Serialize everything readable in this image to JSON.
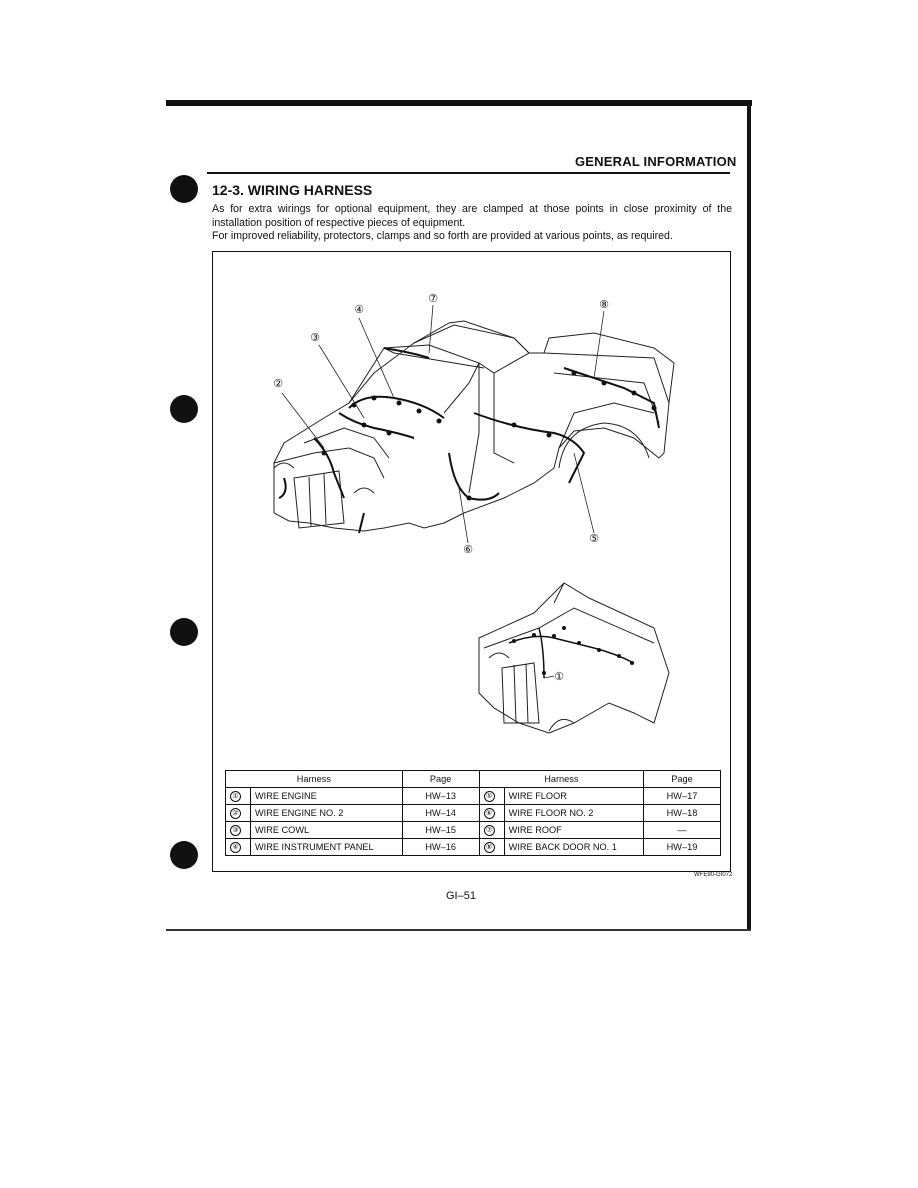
{
  "header": {
    "section_title": "GENERAL INFORMATION"
  },
  "section": {
    "heading": "12-3. WIRING HARNESS",
    "paragraph1": "As for extra wirings for optional equipment, they are clamped at those points in close proximity of the installation position of respective pieces of equipment.",
    "paragraph2": "For improved reliability, protectors, clamps and so forth are provided at various points, as required."
  },
  "figure": {
    "callouts": [
      "①",
      "②",
      "③",
      "④",
      "⑤",
      "⑥",
      "⑦",
      "⑧"
    ],
    "code": "WFE90-GI072"
  },
  "table": {
    "headers": [
      "Harness",
      "Page",
      "Harness",
      "Page"
    ],
    "rows": [
      {
        "left_num": "①",
        "left_name": "WIRE ENGINE",
        "left_page": "HW–13",
        "right_num": "⑤",
        "right_name": "WIRE FLOOR",
        "right_page": "HW–17"
      },
      {
        "left_num": "②",
        "left_name": "WIRE ENGINE NO. 2",
        "left_page": "HW–14",
        "right_num": "⑥",
        "right_name": "WIRE FLOOR NO. 2",
        "right_page": "HW–18"
      },
      {
        "left_num": "③",
        "left_name": "WIRE COWL",
        "left_page": "HW–15",
        "right_num": "⑦",
        "right_name": "WIRE ROOF",
        "right_page": "—"
      },
      {
        "left_num": "④",
        "left_name": "WIRE INSTRUMENT PANEL",
        "left_page": "HW–16",
        "right_num": "⑧",
        "right_name": "WIRE BACK DOOR NO. 1",
        "right_page": "HW–19"
      }
    ]
  },
  "footer": {
    "page_number": "GI–51"
  }
}
